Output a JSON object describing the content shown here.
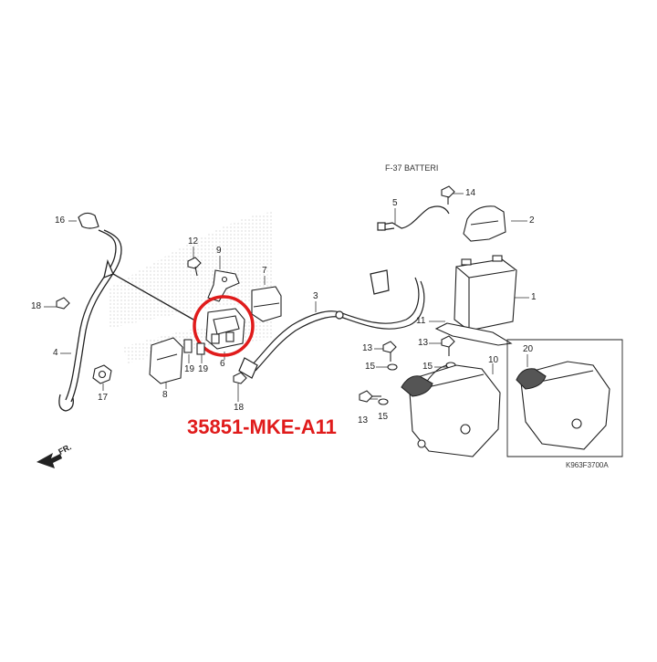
{
  "section": {
    "title": "F-37 BATTERI"
  },
  "highlight": {
    "part_number": "35851-MKE-A11",
    "color": "#e01b1b",
    "target_ref": "6"
  },
  "front_arrow": {
    "label": "FR."
  },
  "diagram_code": "K963F3700A",
  "callouts": {
    "c1": "1",
    "c2": "2",
    "c3": "3",
    "c4": "4",
    "c5": "5",
    "c6": "6",
    "c7": "7",
    "c8": "8",
    "c9": "9",
    "c10": "10",
    "c11": "11",
    "c12": "12",
    "c13a": "13",
    "c13b": "13",
    "c13c": "13",
    "c14": "14",
    "c15a": "15",
    "c15b": "15",
    "c15c": "15",
    "c16": "16",
    "c17": "17",
    "c18a": "18",
    "c18b": "18",
    "c19a": "19",
    "c19b": "19",
    "c20": "20"
  }
}
